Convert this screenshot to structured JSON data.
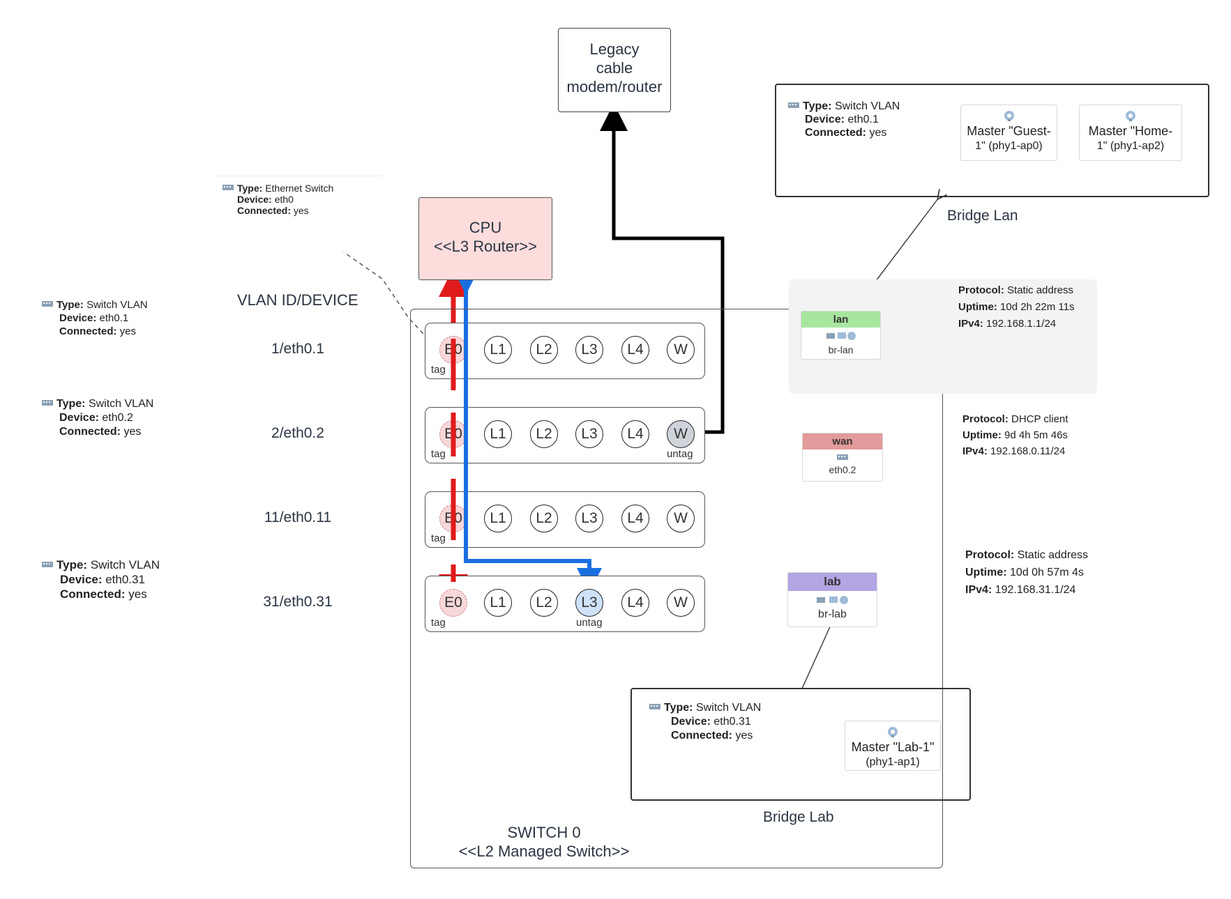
{
  "legacy_box": {
    "text_line1": "Legacy",
    "text_line2": "cable",
    "text_line3": "modem/router"
  },
  "cpu_box": {
    "text_line1": "CPU",
    "text_line2": "<<L3 Router>>"
  },
  "switch_box": {
    "title_line1": "SWITCH 0",
    "title_line2": "<<L2 Managed Switch>>"
  },
  "vlan_header": "VLAN ID/DEVICE",
  "vlans": [
    {
      "label": "1/eth0.1"
    },
    {
      "label": "2/eth0.2"
    },
    {
      "label": "11/eth0.11"
    },
    {
      "label": "31/eth0.31"
    }
  ],
  "ports": [
    "E0",
    "L1",
    "L2",
    "L3",
    "L4",
    "W"
  ],
  "port_tags": {
    "tag": "tag",
    "untag": "untag"
  },
  "eth_switch_info": {
    "type_key": "Type:",
    "type_val": "Ethernet Switch",
    "device_key": "Device:",
    "device_val": "eth0",
    "connected_key": "Connected:",
    "connected_val": "yes"
  },
  "left_infos": [
    {
      "type_key": "Type:",
      "type_val": "Switch VLAN",
      "device_key": "Device:",
      "device_val": "eth0.1",
      "connected_key": "Connected:",
      "connected_val": "yes"
    },
    {
      "type_key": "Type:",
      "type_val": "Switch VLAN",
      "device_key": "Device:",
      "device_val": "eth0.2",
      "connected_key": "Connected:",
      "connected_val": "yes"
    },
    {
      "type_key": "Type:",
      "type_val": "Switch VLAN",
      "device_key": "Device:",
      "device_val": "eth0.31",
      "connected_key": "Connected:",
      "connected_val": "yes"
    }
  ],
  "bridge_lan": {
    "label": "Bridge Lan",
    "info": {
      "type_key": "Type:",
      "type_val": "Switch VLAN",
      "device_key": "Device:",
      "device_val": "eth0.1",
      "connected_key": "Connected:",
      "connected_val": "yes"
    },
    "ap1": {
      "line1": "Master \"Guest-",
      "line2": "1\" (phy1-ap0)"
    },
    "ap2": {
      "line1": "Master \"Home-",
      "line2": "1\" (phy1-ap2)"
    }
  },
  "bridge_lab": {
    "label": "Bridge Lab",
    "info": {
      "type_key": "Type:",
      "type_val": "Switch VLAN",
      "device_key": "Device:",
      "device_val": "eth0.31",
      "connected_key": "Connected:",
      "connected_val": "yes"
    },
    "ap": {
      "line1": "Master \"Lab-1\"",
      "line2": "(phy1-ap1)"
    }
  },
  "interfaces": {
    "lan": {
      "name": "lan",
      "device": "br-lan",
      "color": "#a8e6a0",
      "protocol_key": "Protocol:",
      "protocol_val": "Static address",
      "uptime_key": "Uptime:",
      "uptime_val": "10d 2h 22m 11s",
      "ipv4_key": "IPv4:",
      "ipv4_val": "192.168.1.1/24"
    },
    "wan": {
      "name": "wan",
      "device": "eth0.2",
      "color": "#e39a9a",
      "protocol_key": "Protocol:",
      "protocol_val": "DHCP client",
      "uptime_key": "Uptime:",
      "uptime_val": "9d 4h 5m 46s",
      "ipv4_key": "IPv4:",
      "ipv4_val": "192.168.0.11/24"
    },
    "lab": {
      "name": "lab",
      "device": "br-lab",
      "color": "#b3a4e3",
      "protocol_key": "Protocol:",
      "protocol_val": "Static address",
      "uptime_key": "Uptime:",
      "uptime_val": "10d 0h 57m 4s",
      "ipv4_key": "IPv4:",
      "ipv4_val": "192.168.31.1/24"
    }
  },
  "colors": {
    "red_path": "#e01b1b",
    "blue_path": "#1a6fe0",
    "cpu_fill": "#fddcdc"
  }
}
